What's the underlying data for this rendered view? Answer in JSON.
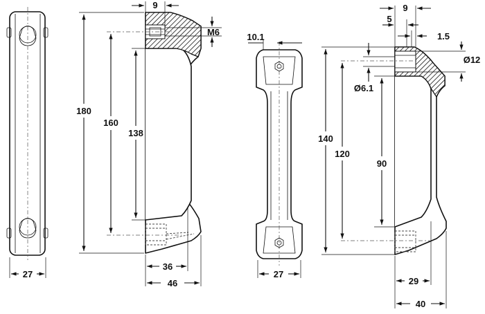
{
  "figures": {
    "a": {
      "front": {
        "width": "27"
      },
      "side": {
        "overall_height": "180",
        "hole_spacing": "160",
        "inner_height": "138",
        "top_width": "9",
        "thread": "M6",
        "grip_depth": "36",
        "overall_depth": "46"
      }
    },
    "b": {
      "front": {
        "width": "27",
        "top_dim": "10.1"
      },
      "side": {
        "overall_height": "140",
        "hole_spacing": "120",
        "inner_height": "90",
        "top_width": "9",
        "offset_5": "5",
        "offset_1_5": "1.5",
        "counterbore": "Ø12",
        "hole_dia": "Ø6.1",
        "grip_depth": "29",
        "overall_depth": "40"
      }
    }
  }
}
